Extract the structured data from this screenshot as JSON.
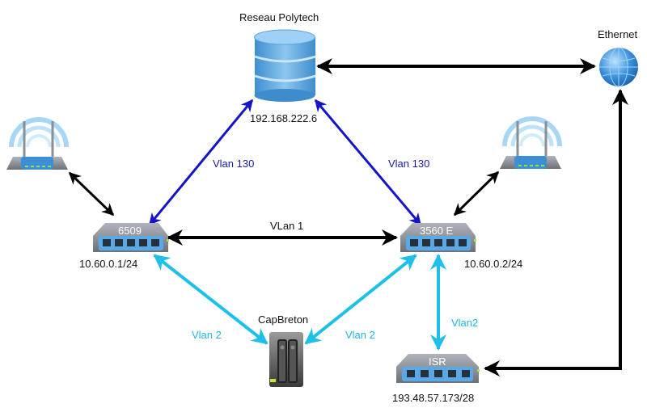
{
  "diagram": {
    "nodes": {
      "reseau": {
        "title": "Reseau Polytech",
        "ip": "192.168.222.6",
        "icon": "database-icon"
      },
      "ethernet": {
        "title": "Ethernet",
        "icon": "globe-icon"
      },
      "sw6509": {
        "title": "6509",
        "ip": "10.60.0.1/24",
        "icon": "switch-icon"
      },
      "sw3560": {
        "title": "3560 E",
        "ip": "10.60.0.2/24",
        "icon": "switch-icon"
      },
      "isr": {
        "title": "ISR",
        "ip": "193.48.57.173/28",
        "icon": "router-icon"
      },
      "capbreton": {
        "title": "CapBreton",
        "icon": "nas-server-icon"
      },
      "ap_left": {
        "icon": "wireless-router-icon"
      },
      "ap_right": {
        "icon": "wireless-router-icon"
      }
    },
    "links": {
      "vlan130_left": {
        "label": "Vlan 130",
        "color": "#1414c8"
      },
      "vlan130_right": {
        "label": "Vlan 130",
        "color": "#1414c8"
      },
      "vlan1": {
        "label": "VLan 1",
        "color": "#000000"
      },
      "vlan2_left": {
        "label": "Vlan 2",
        "color": "#1ec0ea"
      },
      "vlan2_right": {
        "label": "Vlan 2",
        "color": "#1ec0ea"
      },
      "vlan2_isr": {
        "label": "Vlan2",
        "color": "#1ec0ea"
      },
      "reseau_ethernet": {
        "color": "#000000"
      },
      "ethernet_isr": {
        "color": "#000000"
      },
      "ap_left_6509": {
        "color": "#000000"
      },
      "ap_right_3560": {
        "color": "#000000"
      }
    }
  }
}
